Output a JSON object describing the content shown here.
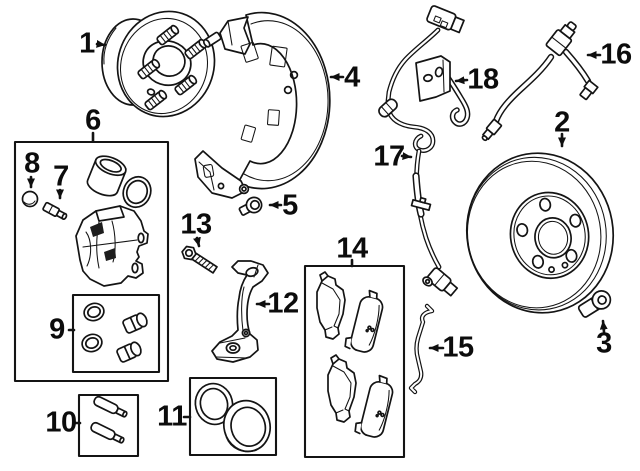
{
  "diagram": {
    "background_color": "#ffffff",
    "line_color": "#141414",
    "callouts": [
      {
        "label": "1"
      },
      {
        "label": "2"
      },
      {
        "label": "3"
      },
      {
        "label": "4"
      },
      {
        "label": "5"
      },
      {
        "label": "6"
      },
      {
        "label": "7"
      },
      {
        "label": "8"
      },
      {
        "label": "9"
      },
      {
        "label": "10"
      },
      {
        "label": "11"
      },
      {
        "label": "12"
      },
      {
        "label": "13"
      },
      {
        "label": "14"
      },
      {
        "label": "15"
      },
      {
        "label": "16"
      },
      {
        "label": "17"
      },
      {
        "label": "18"
      }
    ]
  }
}
